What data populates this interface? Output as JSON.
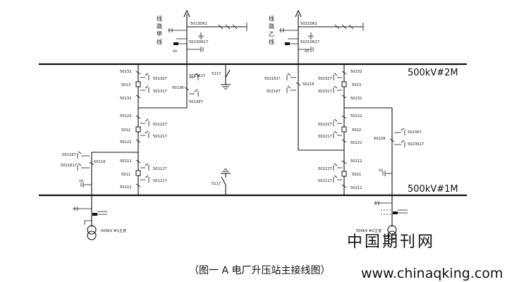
{
  "caption": "（图一 A 电厂升压站主接线图）",
  "watermark": {
    "brand": "中国期刊网",
    "url": "www.chinaqking.com"
  },
  "buses": {
    "bus2": {
      "label": "500kV#2M"
    },
    "bus1": {
      "label": "500kV#1M"
    }
  },
  "lines": {
    "jia": {
      "name": [
        "线",
        "路",
        "甲",
        "线"
      ],
      "switch_top": "5013DK1",
      "switch_bottom": "5013DK17"
    },
    "yi": {
      "name": [
        "线",
        "路",
        "乙",
        "线"
      ],
      "switch_top": "5021DK1",
      "switch_bottom": "5021DK17"
    }
  },
  "left_string": {
    "top_disc": "50132",
    "breaker_top": "5013",
    "mid_disc_top": "50131",
    "es_1": "501327",
    "es_2": "501317",
    "line_tap": "50136",
    "tap_es_1": "5013617",
    "tap_es_2": "501367",
    "disc_5012_top": "50122",
    "breaker_mid": "5012",
    "disc_5012_bot": "50121",
    "es_3": "501227",
    "es_4": "501217",
    "disc_5011_top": "50112",
    "breaker_bot": "5011",
    "disc_5011_bot": "50111",
    "es_5": "501127",
    "es_6": "501117",
    "xfmr_tap": "50116",
    "xfmr_es_1": "501167",
    "xfmr_es_2": "5011617"
  },
  "right_string": {
    "top_disc": "50232",
    "breaker_top": "5023",
    "mid_disc_top": "50231",
    "es_1": "502327",
    "es_2": "502317",
    "line_tap": "50216",
    "tap_es_1": "502161?",
    "tap_es_2": "502167",
    "disc_5022_top": "50222",
    "breaker_mid": "5022",
    "disc_5022_bot": "50221",
    "es_3": "502227",
    "es_4": "502217",
    "disc_5021_top": "50212",
    "breaker_bot": "5021",
    "disc_5021_bot": "50211",
    "es_5": "502127",
    "es_6": "502117",
    "xfmr_tap": "50226",
    "xfmr_es_1": "502367",
    "xfmr_es_2": "5023617"
  },
  "bus_earth": {
    "top": "5217",
    "bottom": "5117"
  },
  "transformers": {
    "t1": {
      "label": "500kV #1主变"
    },
    "t2": {
      "label": "500kV #2主变"
    }
  },
  "ct_labels": {
    "a": "AD",
    "b": "AD"
  }
}
